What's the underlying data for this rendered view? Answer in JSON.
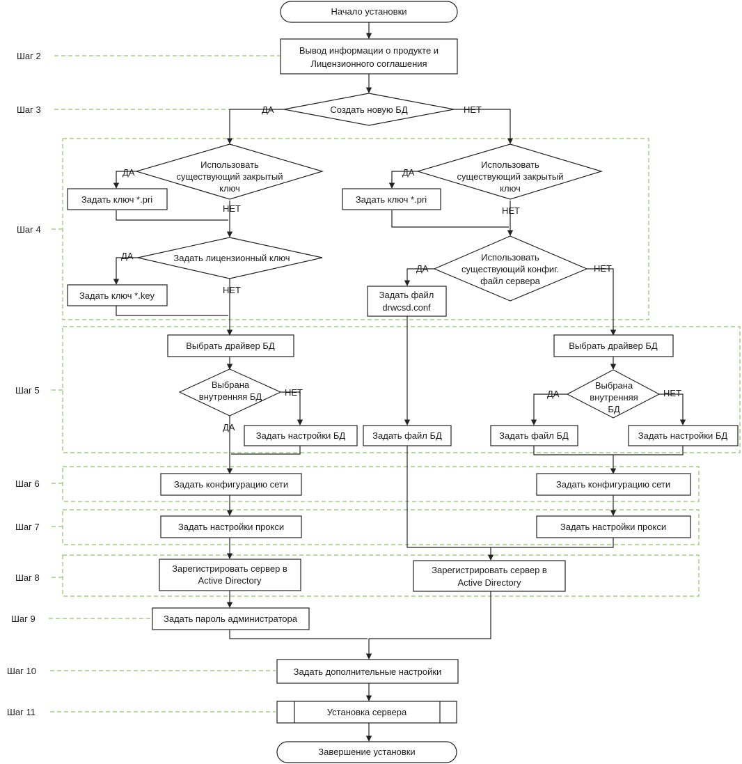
{
  "steps": {
    "s2": "Шаг 2",
    "s3": "Шаг 3",
    "s4": "Шаг 4",
    "s5": "Шаг 5",
    "s6": "Шаг 6",
    "s7": "Шаг 7",
    "s8": "Шаг 8",
    "s9": "Шаг 9",
    "s10": "Шаг 10",
    "s11": "Шаг 11"
  },
  "nodes": {
    "start": "Начало установки",
    "info_1": "Вывод информации о продукте и",
    "info_2": "Лицензионного соглашения",
    "create_db": "Создать новую БД",
    "use_key_l_1": "Использовать",
    "use_key_l_2": "существующий закрытый",
    "use_key_l_3": "ключ",
    "set_pri_l": "Задать ключ *.pri",
    "set_lic_key": "Задать лицензионный ключ",
    "set_key": "Задать ключ *.key",
    "use_key_r_1": "Использовать",
    "use_key_r_2": "существующий закрытый",
    "use_key_r_3": "ключ",
    "set_pri_r": "Задать ключ *.pri",
    "use_conf_1": "Использовать",
    "use_conf_2": "существующий конфиг.",
    "use_conf_3": "файл сервера",
    "set_conf_1": "Задать файл",
    "set_conf_2": "drwcsd.conf",
    "driver_l": "Выбрать драйвер БД",
    "driver_r": "Выбрать драйвер БД",
    "internal_l_1": "Выбрана",
    "internal_l_2": "внутренняя БД",
    "internal_r_1": "Выбрана",
    "internal_r_2": "внутренняя",
    "internal_r_3": "БД",
    "db_settings_l": "Задать настройки БД",
    "db_file_mid": "Задать файл БД",
    "db_file_r": "Задать файл БД",
    "db_settings_r": "Задать настройки БД",
    "net_l": "Задать конфигурацию сети",
    "net_r": "Задать конфигурацию сети",
    "proxy_l": "Задать настройки прокси",
    "proxy_r": "Задать настройки прокси",
    "ad_l_1": "Зарегистрировать сервер в",
    "ad_l_2": "Active Directory",
    "ad_r_1": "Зарегистрировать сервер в",
    "ad_r_2": "Active Directory",
    "admin_pwd": "Задать пароль администратора",
    "extra": "Задать дополнительные настройки",
    "install": "Установка сервера",
    "end": "Завершение установки"
  },
  "labels": {
    "yes": "ДА",
    "no": "НЕТ"
  },
  "colors": {
    "group_border": "#8cc466",
    "line": "#222222"
  }
}
